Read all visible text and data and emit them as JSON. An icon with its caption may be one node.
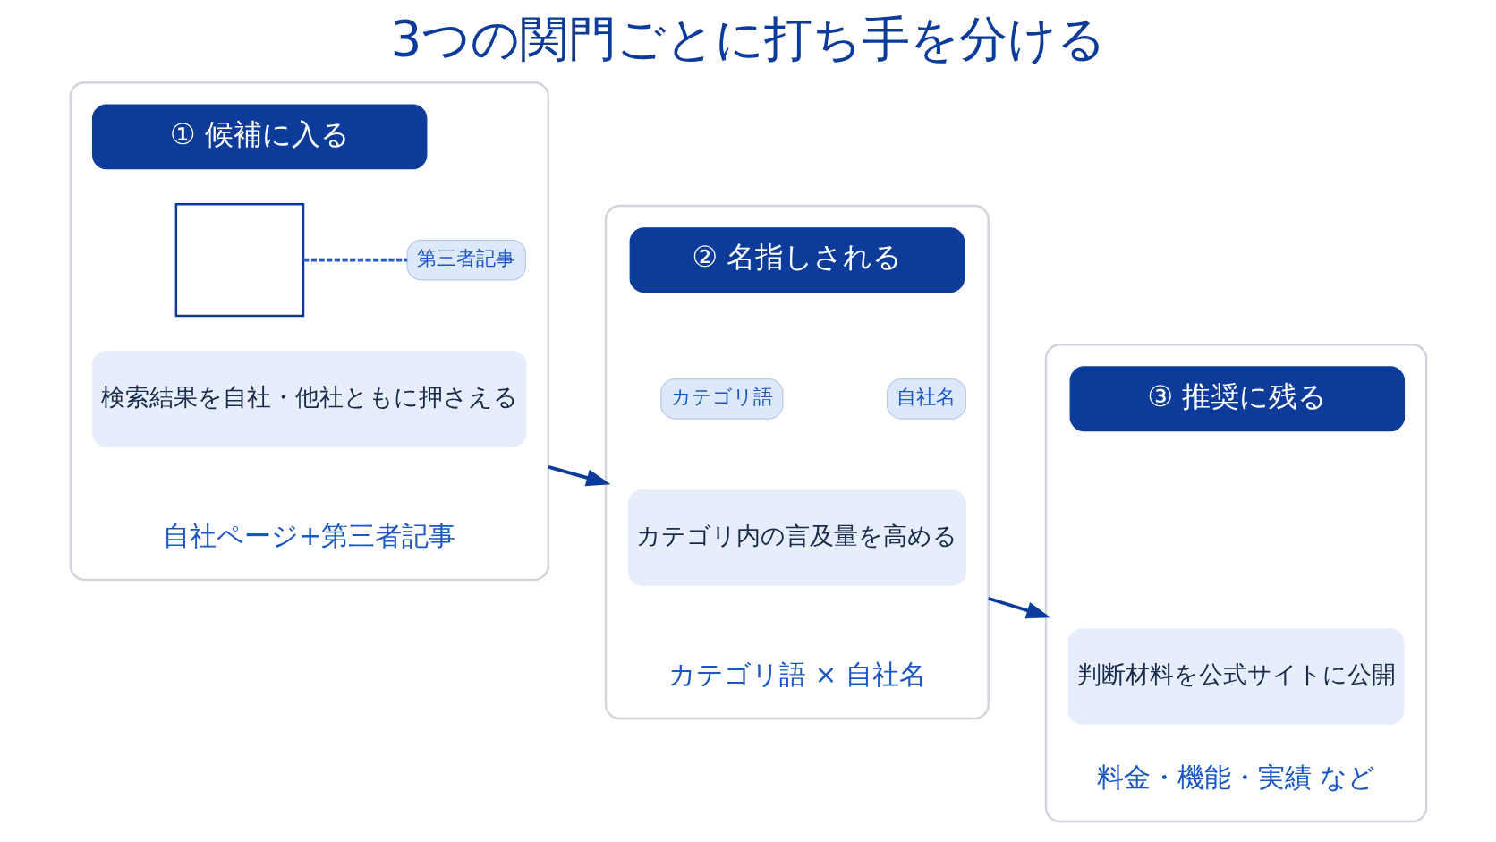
{
  "diagram": {
    "title": "3つの関門ごとに打ち手を分ける",
    "nodes": [
      {
        "text": [],
        "shape": "box"
      },
      {
        "text": [
          "① 候補に入る"
        ],
        "in": 0
      },
      {
        "text": [],
        "shape": "box",
        "in": 0
      },
      {
        "text": [
          "第三者記事"
        ],
        "in": 0
      },
      {
        "text": [
          "検索結果を自社・他社ともに押さえる"
        ],
        "in": 0
      },
      {
        "text": [
          "自社ページ+第三者記事"
        ],
        "in": 0
      },
      {
        "text": [],
        "shape": "box"
      },
      {
        "text": [
          "② 名指しされる"
        ],
        "in": 6
      },
      {
        "text": [
          "カテゴリ語"
        ],
        "in": 6
      },
      {
        "text": [
          "自社名"
        ],
        "in": 6
      },
      {
        "text": [
          "カテゴリ内の言及量を高める"
        ],
        "in": 6
      },
      {
        "text": [
          "カテゴリ語 × 自社名"
        ],
        "in": 6
      },
      {
        "text": [],
        "shape": "box"
      },
      {
        "text": [
          "③ 推奨に残る"
        ],
        "in": 12
      },
      {
        "text": [
          "判断材料を公式サイトに公開"
        ],
        "in": 12
      },
      {
        "text": [
          "料金・機能・実績 など"
        ],
        "in": 12
      }
    ],
    "edges": [
      {
        "from": 2,
        "to": 3,
        "arrow": "none",
        "style": "dashed"
      },
      {
        "from": 0,
        "to": 6,
        "arrow": "to"
      },
      {
        "from": 6,
        "to": 12,
        "arrow": "to"
      }
    ]
  }
}
